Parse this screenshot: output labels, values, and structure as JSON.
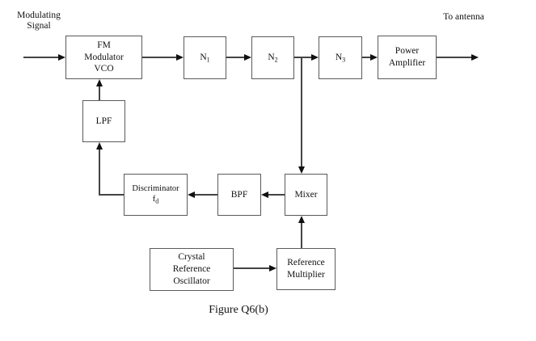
{
  "diagram": {
    "caption": "Figure Q6(b)",
    "labels": {
      "modulating_signal_line1": "Modulating",
      "modulating_signal_line2": "Signal",
      "to_antenna": "To antenna"
    },
    "blocks": {
      "fm_modulator": {
        "line1": "FM",
        "line2": "Modulator",
        "line3": "VCO"
      },
      "n1": {
        "base": "N",
        "sub": "1"
      },
      "n2": {
        "base": "N",
        "sub": "2"
      },
      "n3": {
        "base": "N",
        "sub": "3"
      },
      "power_amplifier": {
        "line1": "Power",
        "line2": "Amplifier"
      },
      "lpf": {
        "label": "LPF"
      },
      "discriminator": {
        "line1": "Discriminator",
        "base": "f",
        "sub": "d"
      },
      "bpf": {
        "label": "BPF"
      },
      "mixer": {
        "label": "Mixer"
      },
      "crystal_osc": {
        "line1": "Crystal",
        "line2": "Reference",
        "line3": "Oscillator"
      },
      "ref_multiplier": {
        "line1": "Reference",
        "line2": "Multiplier"
      }
    },
    "colors": {
      "background": "#ffffff",
      "box_border": "#5a5a5a",
      "wire": "#444444",
      "text": "#111111"
    }
  }
}
